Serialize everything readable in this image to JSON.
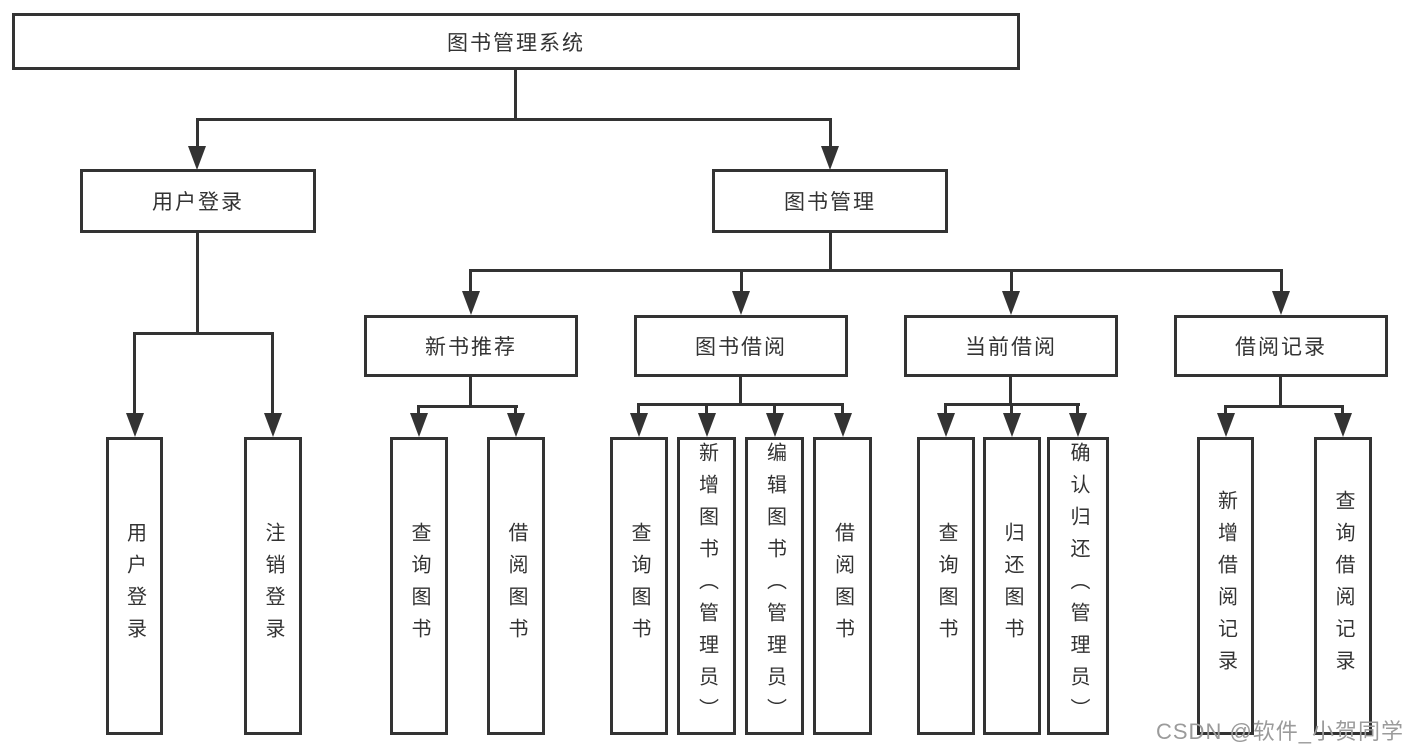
{
  "diagram": {
    "type": "hierarchy",
    "tree": {
      "label": "图书管理系统",
      "children": [
        {
          "label": "用户登录",
          "children": [
            {
              "label": "用户登录"
            },
            {
              "label": "注销登录"
            }
          ]
        },
        {
          "label": "图书管理",
          "children": [
            {
              "label": "新书推荐",
              "children": [
                {
                  "label": "查询图书"
                },
                {
                  "label": "借阅图书"
                }
              ]
            },
            {
              "label": "图书借阅",
              "children": [
                {
                  "label": "查询图书"
                },
                {
                  "label": "新增图书（管理员）"
                },
                {
                  "label": "编辑图书（管理员）"
                },
                {
                  "label": "借阅图书"
                }
              ]
            },
            {
              "label": "当前借阅",
              "children": [
                {
                  "label": "查询图书"
                },
                {
                  "label": "归还图书"
                },
                {
                  "label": "确认归还（管理员）"
                }
              ]
            },
            {
              "label": "借阅记录",
              "children": [
                {
                  "label": "新增借阅记录"
                },
                {
                  "label": "查询借阅记录"
                }
              ]
            }
          ]
        }
      ]
    },
    "colors": {
      "line": "#333333",
      "text": "#333333",
      "background": "#ffffff",
      "watermark": "#9b9b9b"
    }
  },
  "watermark": {
    "text": "CSDN @软件_小贺同学"
  }
}
